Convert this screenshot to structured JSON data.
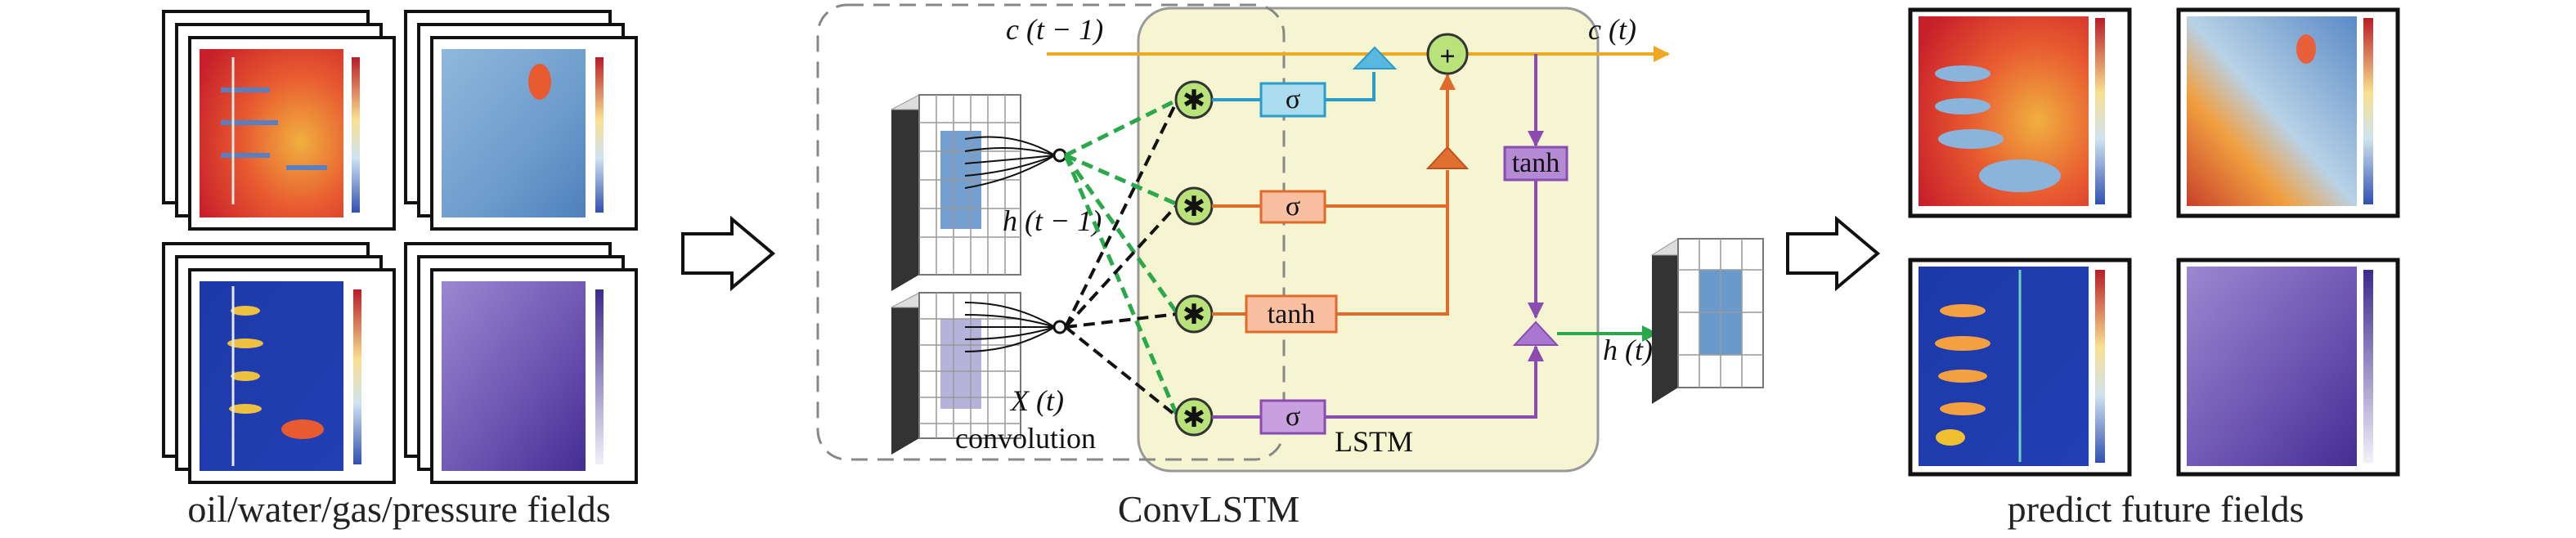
{
  "captions": {
    "input_fields": "oil/water/gas/pressure fields",
    "model": "ConvLSTM",
    "output_fields": "predict future fields"
  },
  "labels": {
    "c_prev": "c (t − 1)",
    "c_next": "c (t)",
    "h_prev": "h (t − 1)",
    "h_next": "h (t)",
    "x_t": "X (t)",
    "convolution": "convolution",
    "lstm": "LSTM"
  },
  "gates": {
    "sigma1": "σ",
    "sigma2": "σ",
    "tanh_gate": "tanh",
    "sigma3": "σ",
    "tanh_out": "tanh"
  },
  "symbols": {
    "conv_op": "✱",
    "add_op": "+"
  },
  "colors": {
    "cell_state": "#f0a820",
    "forget_path": "#2a9cc8",
    "input_path": "#e0692c",
    "output_path": "#8a4cb0",
    "hidden_green": "#2aa84a",
    "lstm_panel": "#f6f5d2",
    "conv_node": "#b9e27a",
    "tensor_blue": "#5a8fc8"
  }
}
